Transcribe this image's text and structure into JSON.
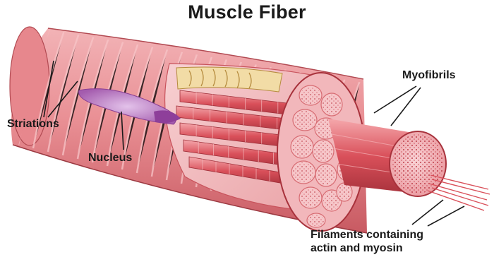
{
  "title": "Muscle Fiber",
  "labels": {
    "striations": "Striations",
    "nucleus": "Nucleus",
    "myofibrils": "Myofibrils",
    "filaments_line1": "Filaments containing",
    "filaments_line2": "actin and myosin"
  },
  "colors": {
    "fiber": "#e98f94",
    "fiber_dark": "#c8535c",
    "myofibril": "#d9505a",
    "cross_section": "#f6c6c9",
    "sarcomere_band": "#f2dca6",
    "nucleus": "#b06bb8",
    "leader_line": "#1a1a1a"
  }
}
